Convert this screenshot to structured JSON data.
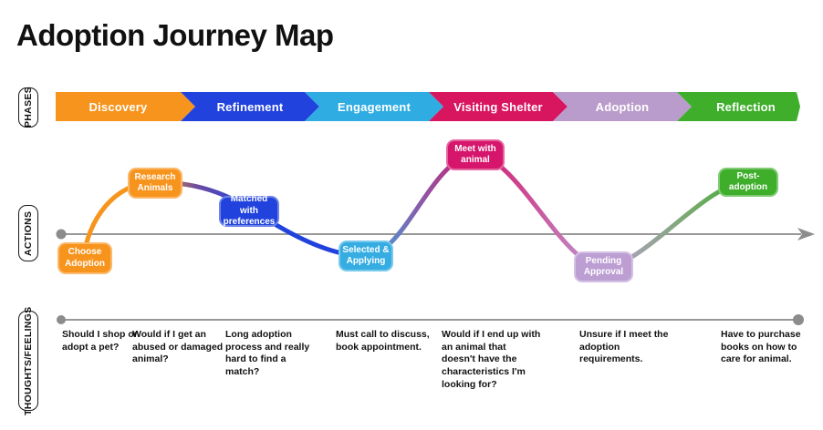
{
  "title": "Adoption Journey Map",
  "row_labels": {
    "phases": "PHASES",
    "actions": "ACTIONS",
    "thoughts": "THOUGHTS/FEELINGS"
  },
  "phases": [
    {
      "label": "Discovery",
      "color": "#F7941D"
    },
    {
      "label": "Refinement",
      "color": "#2142DC"
    },
    {
      "label": "Engagement",
      "color": "#2FACE2"
    },
    {
      "label": "Visiting Shelter",
      "color": "#D8155F"
    },
    {
      "label": "Adoption",
      "color": "#B99CCB"
    },
    {
      "label": "Reflection",
      "color": "#3EAE2B"
    }
  ],
  "actions": [
    {
      "label": "Choose\nAdoption",
      "color": "#F7941D"
    },
    {
      "label": "Research\nAnimals",
      "color": "#F7941D"
    },
    {
      "label": "Matched with\npreferences",
      "color": "#2142DC"
    },
    {
      "label": "Selected &\nApplying",
      "color": "#35ADE2"
    },
    {
      "label": "Meet with\nanimal",
      "color": "#D6156C"
    },
    {
      "label": "Pending\nApproval",
      "color": "#BC9ED3"
    },
    {
      "label": "Post-adoption",
      "color": "#3EAE2B"
    }
  ],
  "thoughts": [
    "Should I shop or adopt a pet?",
    "Would if I get an abused or damaged animal?",
    "Long adoption process and really hard to find a match?",
    "Must call to discuss, book appointment.",
    "Would if I end up with an animal that doesn't have the characteristics I'm looking for?",
    "Unsure if I meet the adoption requirements.",
    "Have to purchase books on how to care for animal."
  ],
  "colors": {
    "axis_gray": "#989898",
    "orange": "#F7941D",
    "royal_blue": "#2142DC",
    "light_blue": "#35ADE2",
    "magenta": "#D6156C",
    "light_purple": "#BC9ED3",
    "green": "#3EAE2B",
    "curve_purple_mid": "#6E4BA1"
  }
}
